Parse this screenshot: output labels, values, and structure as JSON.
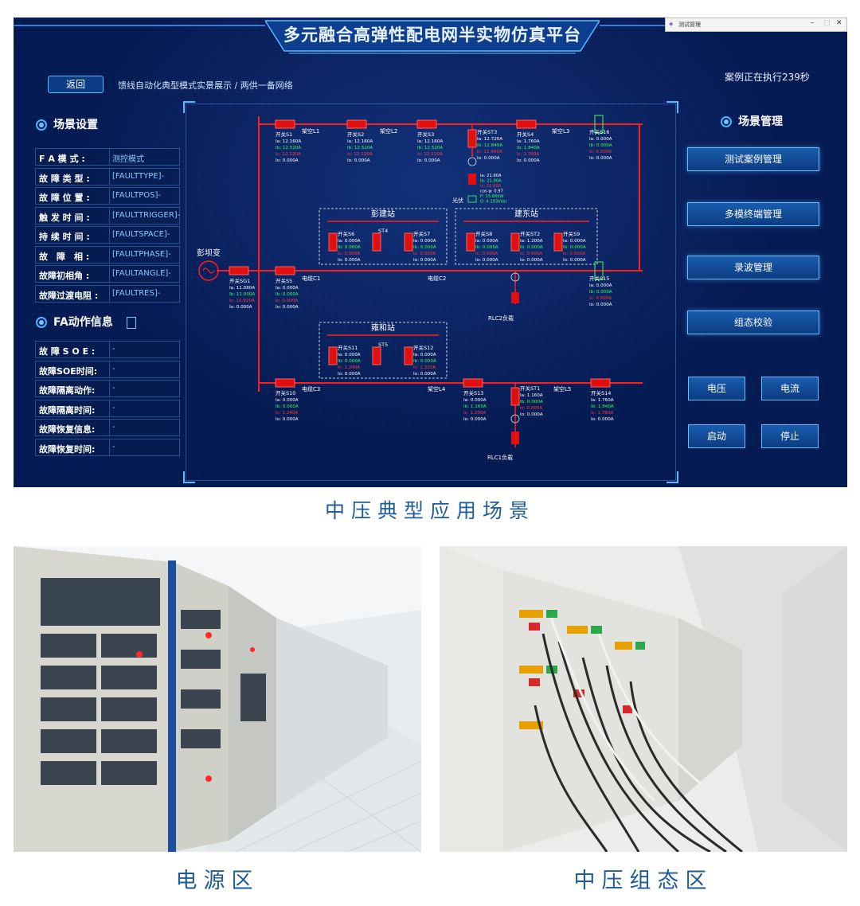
{
  "window": {
    "title": "测试管理",
    "min": "–",
    "max": "□",
    "close": "✕"
  },
  "header": {
    "title": "多元融合高弹性配电网半实物仿真平台",
    "back": "返回",
    "breadcrumb": "馈线自动化典型模式实景展示 / 两供一备网络",
    "status": "案例正在执行239秒"
  },
  "scene": {
    "title": "场景设置",
    "rows": [
      {
        "k": "F A 模 式 :",
        "v": "测控模式"
      },
      {
        "k": "故 障 类 型 :",
        "v": "[FAULTTYPE]-"
      },
      {
        "k": "故 障 位 置 :",
        "v": "[FAULTPOS]-"
      },
      {
        "k": "触 发 时 间 :",
        "v": "[FAULTTRIGGER]-"
      },
      {
        "k": "持 续 时 间 :",
        "v": "[FAULTSPACE]-"
      },
      {
        "k": "故　障　相 :",
        "v": "[FAULTPHASE]-"
      },
      {
        "k": "故障初相角 :",
        "v": "[FAULTANGLE]-"
      },
      {
        "k": "故障过渡电阻 :",
        "v": "[FAULTRES]-"
      }
    ]
  },
  "fa": {
    "title": "FA动作信息",
    "rows": [
      {
        "k": "故 障 S O E :",
        "v": "-"
      },
      {
        "k": "故障SOE时间:",
        "v": "-"
      },
      {
        "k": "故障隔离动作:",
        "v": "-"
      },
      {
        "k": "故障隔离时间:",
        "v": "-"
      },
      {
        "k": "故障恢复信息:",
        "v": "-"
      },
      {
        "k": "故障恢复时间:",
        "v": "-"
      }
    ]
  },
  "manage": {
    "title": "场景管理",
    "buttons": [
      "测试案例管理",
      "多模终端管理",
      "录波管理",
      "组态校验"
    ],
    "voltage": "电压",
    "current": "电流",
    "start": "启动",
    "stop": "停止"
  },
  "diagram": {
    "source": "彭坝变",
    "stations": [
      "彭建站",
      "建东站",
      "雍和站"
    ],
    "lines": [
      "架空L1",
      "架空L2",
      "架空L3",
      "架空L4",
      "架空L5",
      "电缆C1",
      "电缆C2",
      "电缆C3"
    ],
    "loads": [
      "光伏",
      "RLC2负载",
      "RLC1负载"
    ],
    "pv": [
      "Ia: 21.90A",
      "Ib: 21.90A",
      "Ic: 21.90A",
      "cos φ: 0.97",
      "P: 15.66kW",
      "Q: 4.193kVar"
    ],
    "switches": [
      {
        "n": "开关S1",
        "a": "Ia: 12.160A",
        "b": "Ib: 12.520A",
        "c": "Ic: 12.120A",
        "o": "Io: 0.000A"
      },
      {
        "n": "开关S2",
        "a": "Ia: 12.160A",
        "b": "Ib: 12.520A",
        "c": "Ic: 12.120A",
        "o": "Io: 0.000A"
      },
      {
        "n": "开关S3",
        "a": "Ia: 12.160A",
        "b": "Ib: 12.520A",
        "c": "Ic: 12.120A",
        "o": "Io: 0.000A"
      },
      {
        "n": "开关ST3",
        "a": "Ia: 12.720A",
        "b": "Ib: 12.840A",
        "c": "Ic: 11.460A",
        "o": "Io: 0.000A"
      },
      {
        "n": "开关S4",
        "a": "Ia: 1.760A",
        "b": "Ib: 1.840A",
        "c": "Ic: 1.760A",
        "o": "Io: 0.000A"
      },
      {
        "n": "开关S16",
        "a": "Ia: 0.000A",
        "b": "Ib: 0.000A",
        "c": "Ic: 0.000A",
        "o": "Io: 0.000A"
      },
      {
        "n": "开关S6",
        "a": "Ia: 0.000A",
        "b": "Ib: 0.000A",
        "c": "Ic: 0.000A",
        "o": "Io: 0.000A"
      },
      {
        "n": "ST4",
        "a": "",
        "b": "",
        "c": "",
        "o": ""
      },
      {
        "n": "开关S7",
        "a": "Ia: 0.000A",
        "b": "Ib: 0.000A",
        "c": "Ic: 0.000A",
        "o": "Io: 0.000A"
      },
      {
        "n": "开关S8",
        "a": "Ia: 0.000A",
        "b": "Ib: 0.000A",
        "c": "Ic: 0.000A",
        "o": "Io: 0.000A"
      },
      {
        "n": "开关ST2",
        "a": "Ia: 1.200A",
        "b": "Ib: 0.000A",
        "c": "Ic: 0.000A",
        "o": "Io: 0.000A"
      },
      {
        "n": "开关S9",
        "a": "Ia: 0.000A",
        "b": "Ib: 0.000A",
        "c": "Ic: 0.000A",
        "o": "Io: 0.000A"
      },
      {
        "n": "开关SG1",
        "a": "Ia: 11.080A",
        "b": "Ib: 11.000A",
        "c": "Ic: 10.920A",
        "o": "Io: 0.000A"
      },
      {
        "n": "开关S5",
        "a": "Ia: 0.000A",
        "b": "Ib: 0.000A",
        "c": "Ic: 0.000A",
        "o": "Io: 0.000A"
      },
      {
        "n": "开关S15",
        "a": "Ia: 0.000A",
        "b": "Ib: 0.000A",
        "c": "Ic: 0.000A",
        "o": "Io: 0.000A"
      },
      {
        "n": "开关S11",
        "a": "Ia: 0.000A",
        "b": "Ib: 0.000A",
        "c": "Ic: 1.240A",
        "o": "Io: 0.000A"
      },
      {
        "n": "ST5",
        "a": "",
        "b": "",
        "c": "",
        "o": ""
      },
      {
        "n": "开关S12",
        "a": "Ia: 0.000A",
        "b": "Ib: 0.000A",
        "c": "Ic: 1.320A",
        "o": "Io: 0.000A"
      },
      {
        "n": "开关S10",
        "a": "Ia: 0.000A",
        "b": "Ib: 0.000A",
        "c": "Ic: 1.240A",
        "o": "Io: 0.000A"
      },
      {
        "n": "开关S13",
        "a": "Ia: 0.000A",
        "b": "Ib: 1.160A",
        "c": "Ic: 1.200A",
        "o": "Io: 0.000A"
      },
      {
        "n": "开关ST1",
        "a": "Ia: 1.160A",
        "b": "Ib: 0.000A",
        "c": "Ic: 0.000A",
        "o": "Io: 0.000A"
      },
      {
        "n": "开关S14",
        "a": "Ia: 1.760A",
        "b": "Ib: 1.840A",
        "c": "Ic: 1.760A",
        "o": "Io: 0.000A"
      }
    ]
  },
  "captions": {
    "main": "中压典型应用场景",
    "left": "电源区",
    "right": "中压组态区"
  },
  "colors": {
    "bus": "#ff1e1e",
    "switch": "#e01010",
    "panelBg": "#061a52",
    "accent": "#4fb2ff",
    "caption": "#1f5c97"
  }
}
